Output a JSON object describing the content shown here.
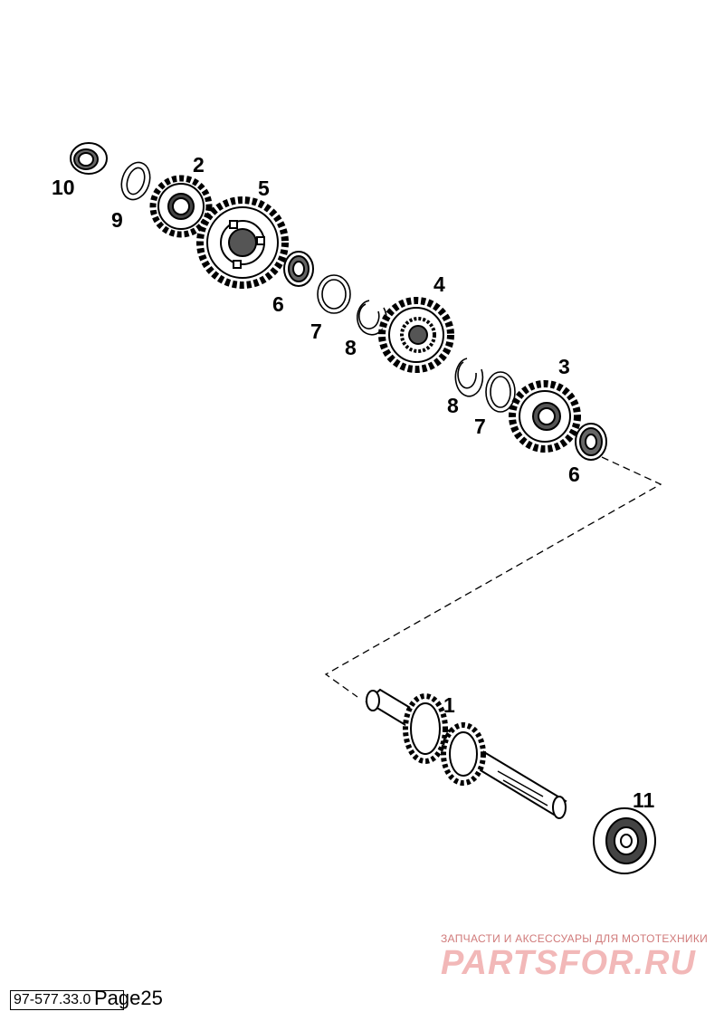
{
  "callouts": {
    "c1": "1",
    "c2": "2",
    "c3": "3",
    "c4": "4",
    "c5": "5",
    "c6a": "6",
    "c6b": "6",
    "c7a": "7",
    "c7b": "7",
    "c8a": "8",
    "c8b": "8",
    "c9": "9",
    "c10": "10",
    "c11": "11"
  },
  "footer": {
    "code": "97-577.33.0",
    "page": "Page25"
  },
  "watermark": {
    "caption": "ЗАПЧАСТИ И АКСЕССУАРЫ ДЛЯ МОТОТЕХНИКИ",
    "brand": "PARTSFOR.RU"
  },
  "colors": {
    "ink": "#000000",
    "watermark": "#f2b8b8"
  }
}
